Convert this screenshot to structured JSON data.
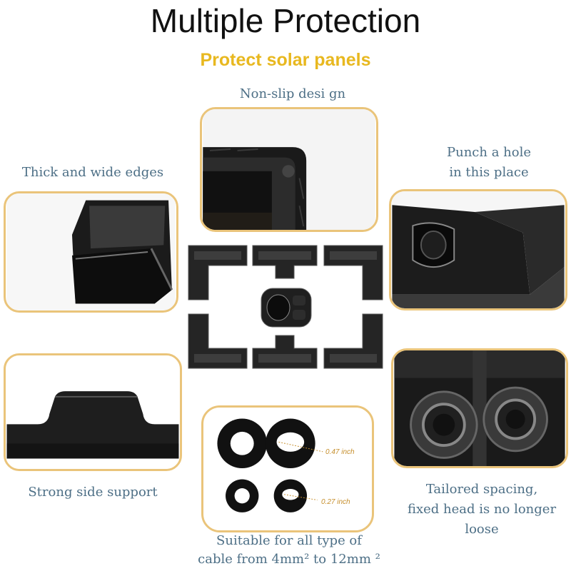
{
  "header": {
    "title": "Multiple Protection",
    "subtitle": "Protect solar panels"
  },
  "features": {
    "non_slip": "Non-slip desi gn",
    "thick_edges": "Thick and wide edges",
    "punch_hole_line1": "Punch a hole",
    "punch_hole_line2": "in this place",
    "side_support": "Strong side support",
    "tailored_line1": "Tailored spacing,",
    "tailored_line2": "fixed head is no longer",
    "tailored_line3": "loose",
    "cable_line1": "Suitable for all type of",
    "cable_line2": "cable from 4mm² to 12mm ²"
  },
  "measurements": {
    "large_gasket": "0.47 inch",
    "small_gasket": "0.27 inch"
  },
  "colors": {
    "subtitle": "#e8b81f",
    "frame_border": "#eac47a",
    "caption_text": "#4d6f86"
  }
}
